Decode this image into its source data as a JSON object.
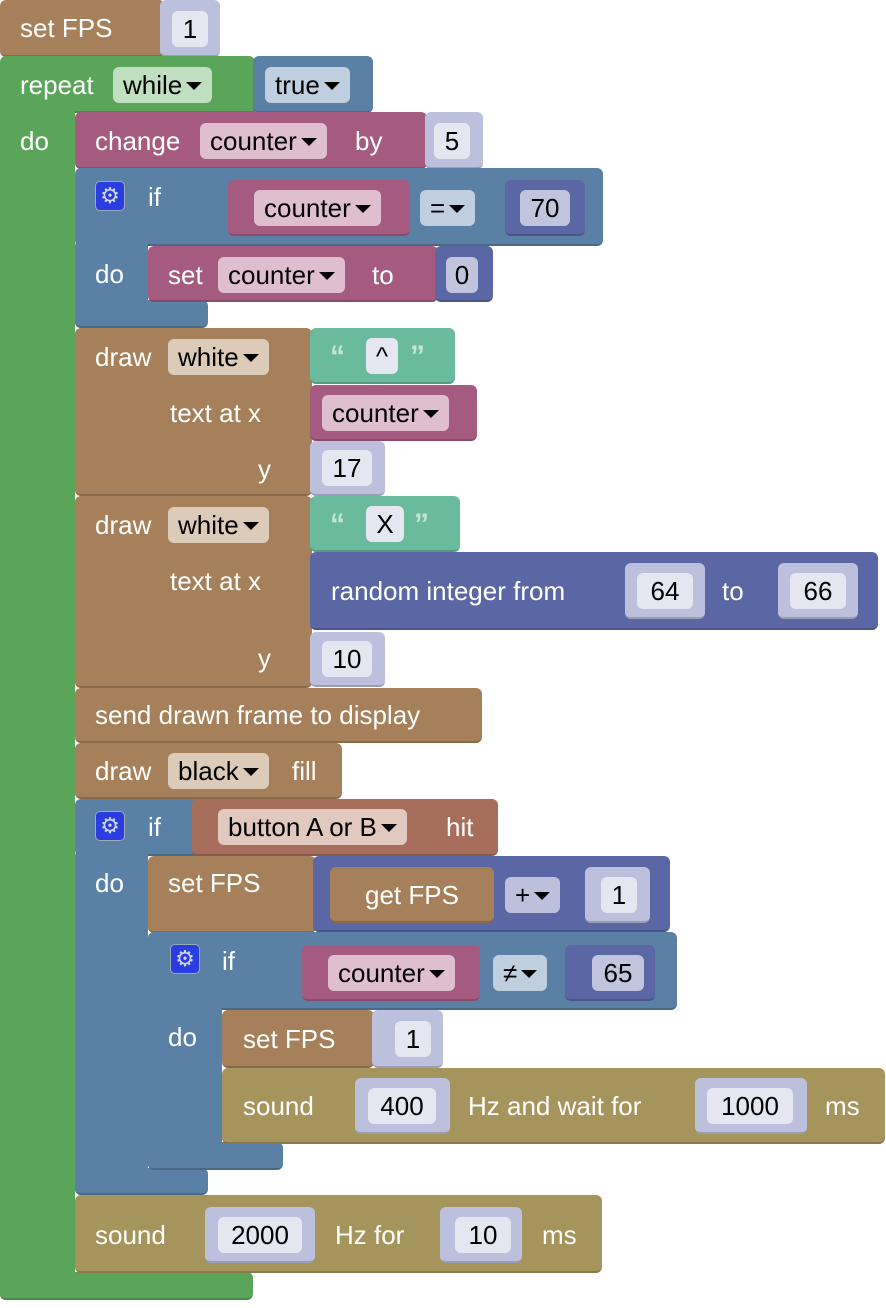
{
  "set_fps_1": {
    "label": "set FPS",
    "value": "1"
  },
  "repeat": {
    "label": "repeat",
    "mode": "while",
    "cond": "true",
    "do": "do"
  },
  "change": {
    "label": "change",
    "var": "counter",
    "by": "by",
    "value": "5"
  },
  "if1": {
    "if": "if",
    "do": "do",
    "var": "counter",
    "op": "=",
    "value": "70",
    "set": "set",
    "set_var": "counter",
    "to": "to",
    "set_value": "0"
  },
  "draw1": {
    "draw": "draw",
    "color": "white",
    "text_at_x": "text at x",
    "y": "y",
    "open_quote": "“",
    "text": "^",
    "close_quote": "”",
    "x_var": "counter",
    "y_value": "17"
  },
  "draw2": {
    "draw": "draw",
    "color": "white",
    "text_at_x": "text at x",
    "y": "y",
    "open_quote": "“",
    "text": "X",
    "close_quote": "”",
    "random": "random integer from",
    "from": "64",
    "to": "to",
    "to_value": "66",
    "y_value": "10"
  },
  "send": {
    "label": "send drawn frame to display"
  },
  "fill": {
    "draw": "draw",
    "color": "black",
    "fill": "fill"
  },
  "if2": {
    "if": "if",
    "do": "do",
    "button": "button A or B",
    "hit": "hit",
    "set_fps": "set FPS",
    "get_fps": "get FPS",
    "op": "+",
    "value": "1"
  },
  "if3": {
    "if": "if",
    "do": "do",
    "var": "counter",
    "op": "≠",
    "value": "65",
    "set_fps": "set FPS",
    "fps_value": "1",
    "sound": "sound",
    "hz": "400",
    "wait": "Hz and wait for",
    "ms_value": "1000",
    "ms": "ms"
  },
  "sound2": {
    "sound": "sound",
    "hz": "2000",
    "hz_for": "Hz for",
    "ms_value": "10",
    "ms": "ms"
  },
  "icons": {
    "gear": "⚙"
  },
  "colors": {
    "motion": "#a6805a",
    "loop": "#5ba55b",
    "logic": "#5b80a5",
    "variable": "#a55b80",
    "math": "#5b67a5",
    "sound": "#a5945b"
  }
}
